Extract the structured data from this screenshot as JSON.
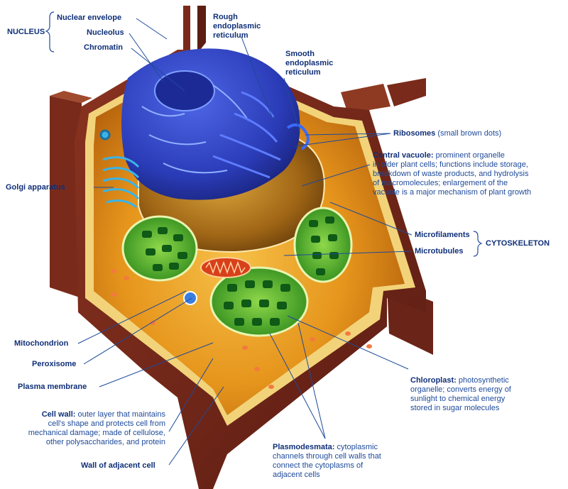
{
  "labels": {
    "nucleus_group": "NUCLEUS",
    "nuclear_envelope": "Nuclear envelope",
    "nucleolus": "Nucleolus",
    "chromatin": "Chromatin",
    "rough_er_1": "Rough",
    "rough_er_2": "endoplasmic",
    "rough_er_3": "reticulum",
    "smooth_er_1": "Smooth",
    "smooth_er_2": "endoplasmic",
    "smooth_er_3": "reticulum",
    "ribosomes": "Ribosomes",
    "ribosomes_desc": "(small brown dots)",
    "central_vacuole": "Central vacuole:",
    "central_vacuole_desc_1": " prominent organelle",
    "central_vacuole_desc_2": "in older plant cells; functions include storage,",
    "central_vacuole_desc_3": "breakdown of waste products, and hydrolysis",
    "central_vacuole_desc_4": "of macromolecules; enlargement of the",
    "central_vacuole_desc_5": "vacuole is a major mechanism of plant growth",
    "golgi": "Golgi apparatus",
    "microfilaments": "Microfilaments",
    "microtubules": "Microtubules",
    "cytoskeleton_group": "CYTOSKELETON",
    "mitochondrion": "Mitochondrion",
    "peroxisome": "Peroxisome",
    "plasma_membrane": "Plasma membrane",
    "cell_wall": "Cell wall:",
    "cell_wall_desc_1": " outer layer that maintains",
    "cell_wall_desc_2": "cell's shape and protects cell from",
    "cell_wall_desc_3": "mechanical damage; made of cellulose,",
    "cell_wall_desc_4": "other polysaccharides, and protein",
    "wall_adjacent": "Wall of adjacent cell",
    "chloroplast": "Chloroplast:",
    "chloroplast_desc_1": " photosynthetic",
    "chloroplast_desc_2": "organelle; converts energy of",
    "chloroplast_desc_3": "sunlight to chemical energy",
    "chloroplast_desc_4": "stored in sugar molecules",
    "plasmodesmata": "Plasmodesmata:",
    "plasmodesmata_desc_1": " cytoplasmic",
    "plasmodesmata_desc_2": "channels through cell walls that",
    "plasmodesmata_desc_3": "connect the cytoplasms of",
    "plasmodesmata_desc_4": "adjacent cells"
  },
  "colors": {
    "label_text": "#0f2f78",
    "leader_line": "#1e4a9a",
    "cell_wall": "#6b2418",
    "cytoplasm": "#e8a024",
    "nucleus": "#2a3fb8",
    "vacuole": "#b07a20",
    "chloroplast": "#2f9a2a",
    "mitochondrion": "#d23a14"
  }
}
